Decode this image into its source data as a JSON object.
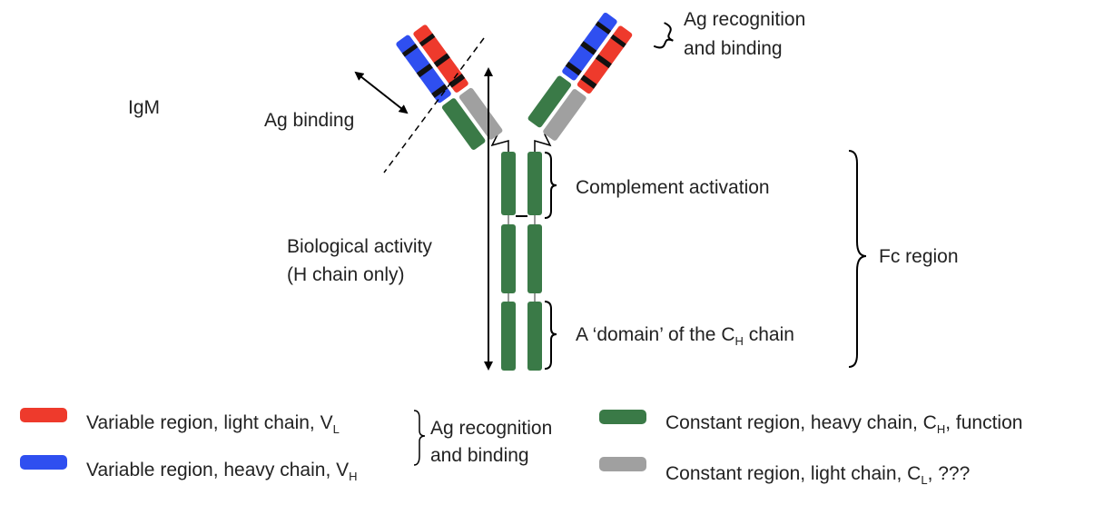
{
  "labels": {
    "isotype": "IgM",
    "ag_binding": "Ag binding",
    "ag_recognition_line1": "Ag recognition",
    "ag_recognition_line2": "and binding",
    "complement": "Complement activation",
    "bio_line1": "Biological activity",
    "bio_line2": "(H chain only)",
    "fc_region": "Fc region",
    "domain_prefix": "A ‘domain’ of the C",
    "domain_sub": "H",
    "domain_suffix": " chain"
  },
  "legend": {
    "vl": {
      "text": "Variable region, light chain, V",
      "sub": "L",
      "suffix": "",
      "color": "#ee3a2c"
    },
    "vh": {
      "text": "Variable region, heavy chain, V",
      "sub": "H",
      "suffix": "",
      "color": "#2f4ff0"
    },
    "ch": {
      "text": "Constant region, heavy chain, C",
      "sub": "H",
      "suffix": ", function",
      "color": "#3a7a47"
    },
    "cl": {
      "text": "Constant region, light chain, C",
      "sub": "L",
      "suffix": ", ???",
      "color": "#a0a0a0"
    },
    "group_line1": "Ag recognition",
    "group_line2": "and binding"
  },
  "colors": {
    "light_variable": "#ee3a2c",
    "heavy_variable": "#2f4ff0",
    "heavy_constant": "#3a7a47",
    "light_constant": "#a0a0a0",
    "band": "#111111"
  }
}
